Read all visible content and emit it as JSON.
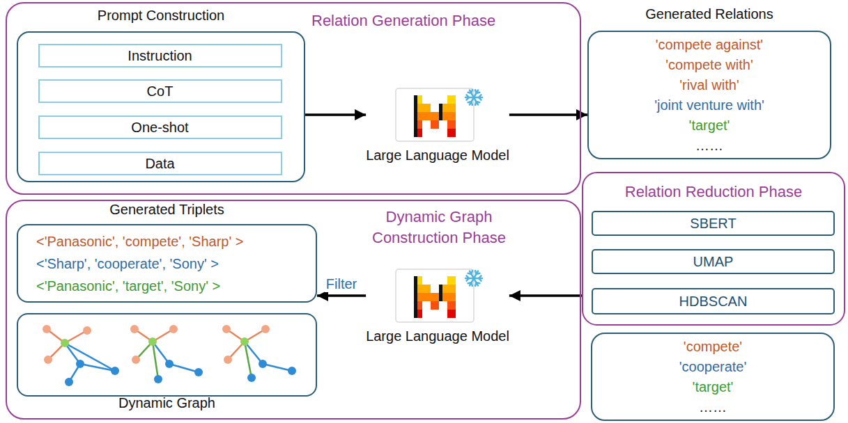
{
  "diagram": {
    "nodes": [
      {
        "text": [
          "Relation Generation Phase"
        ]
      },
      {
        "text": [
          "Prompt Construction"
        ],
        "in": 0
      },
      {
        "text": [
          "Instruction"
        ],
        "in": 1
      },
      {
        "text": [
          "CoT"
        ],
        "in": 1
      },
      {
        "text": [
          "One-shot"
        ],
        "in": 1
      },
      {
        "text": [
          "Data"
        ],
        "in": 1
      },
      {
        "text": [
          "Large Language Model"
        ],
        "in": 0
      },
      {
        "text": [
          "Generated Relations",
          "'compete against'",
          "'compete with'",
          "'rival with'",
          "'joint venture with'",
          "'target'",
          "……"
        ]
      },
      {
        "text": [
          "Relation Reduction Phase"
        ]
      },
      {
        "text": [
          "SBERT"
        ],
        "in": 8
      },
      {
        "text": [
          "UMAP"
        ],
        "in": 8
      },
      {
        "text": [
          "HDBSCAN"
        ],
        "in": 8
      },
      {
        "text": [
          "'compete'",
          "'cooperate'",
          "'target'",
          "……"
        ]
      },
      {
        "text": [
          "Dynamic Graph Construction Phase"
        ]
      },
      {
        "text": [
          "Generated Triplets",
          "<'Panasonic', 'compete', 'Sharp' >",
          "<'Sharp', 'cooperate', 'Sony' >",
          "<'Panasonic', 'target', 'Sony' >"
        ],
        "in": 13
      },
      {
        "text": [
          "Dynamic Graph"
        ],
        "in": 13
      },
      {
        "text": [
          "Large Language Model"
        ],
        "in": 13
      }
    ],
    "edges": [
      {
        "from": 1,
        "to": 6,
        "arrow": "to"
      },
      {
        "from": 6,
        "to": 7,
        "arrow": "to"
      },
      {
        "from": 8,
        "to": 16,
        "arrow": "to"
      },
      {
        "from": 16,
        "to": 14,
        "arrow": "to",
        "label": "Filter"
      }
    ]
  }
}
